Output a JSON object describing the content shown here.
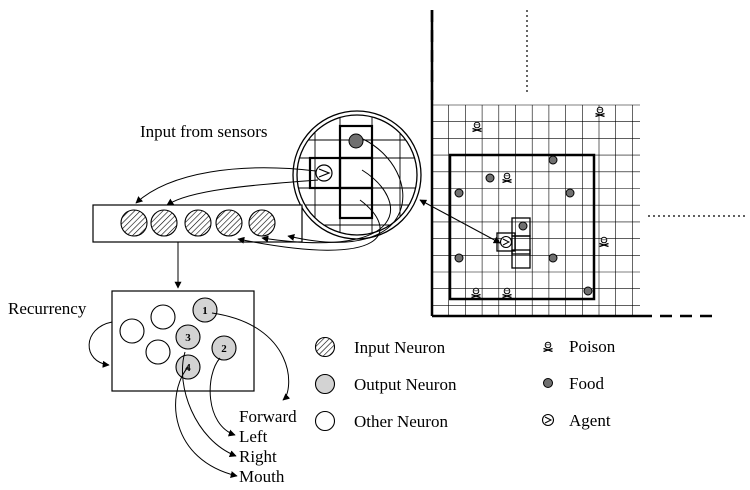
{
  "labels": {
    "input_from_sensors": "Input from sensors",
    "recurrency": "Recurrency"
  },
  "outputs": {
    "forward": "Forward",
    "left": "Left",
    "right": "Right",
    "mouth": "Mouth"
  },
  "output_neuron_numbers": [
    "1",
    "2",
    "3",
    "4"
  ],
  "legend": {
    "input_neuron": "Input Neuron",
    "output_neuron": "Output Neuron",
    "other_neuron": "Other Neuron",
    "poison": "Poison",
    "food": "Food",
    "agent": "Agent"
  },
  "colors": {
    "output_fill": "#d3d3d3",
    "food_fill": "#707070",
    "hatch": "#000000"
  },
  "icons": {
    "poison": "skull-crossbones-icon",
    "food": "filled-dot-icon",
    "agent": "circled-arrow-icon"
  }
}
